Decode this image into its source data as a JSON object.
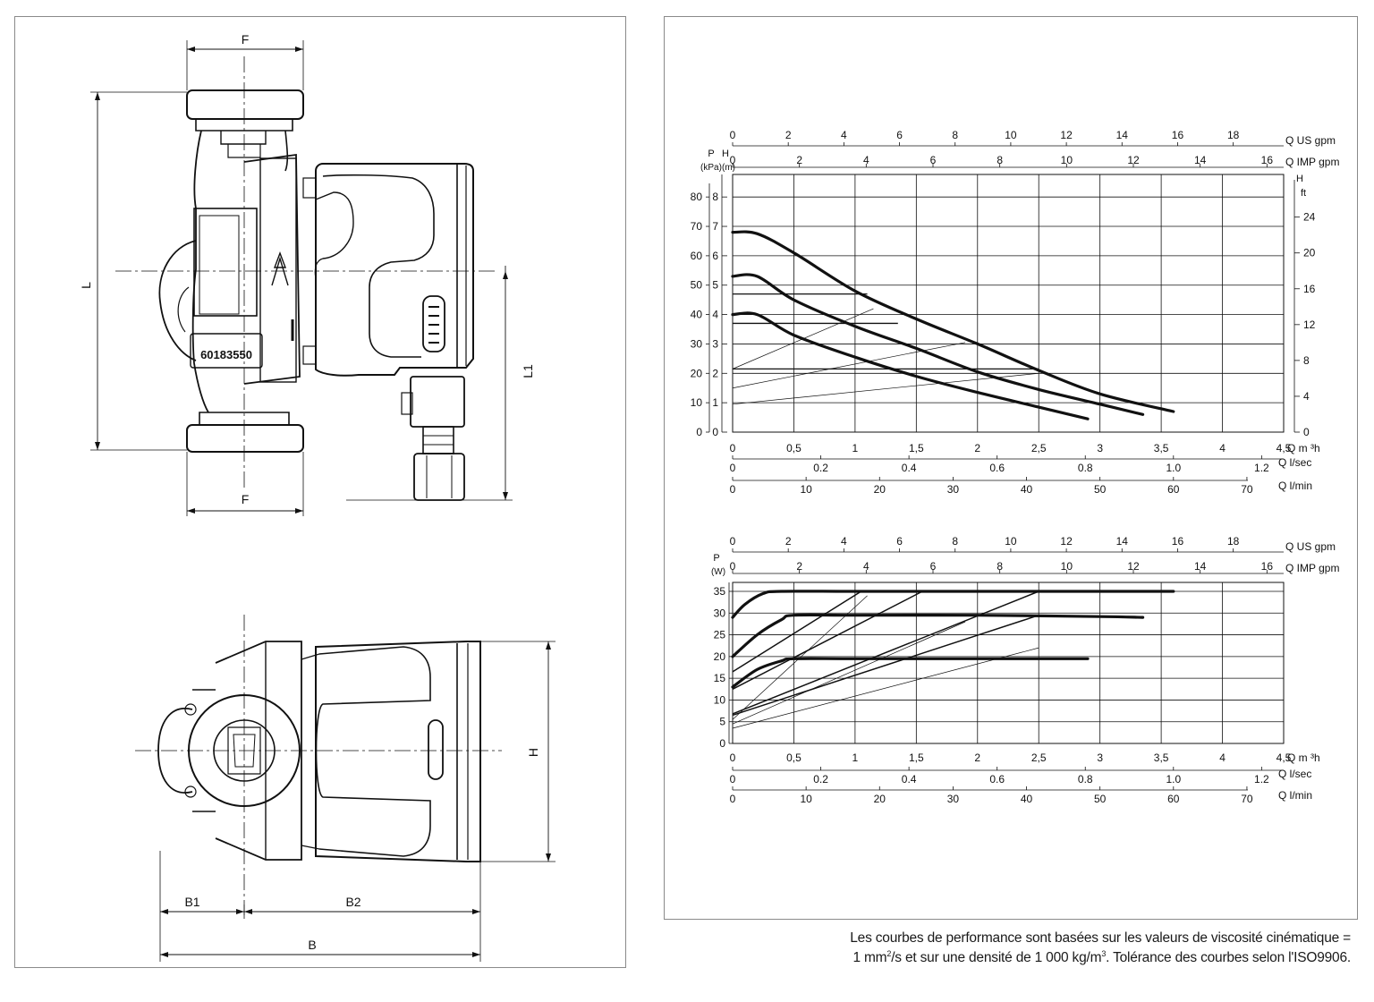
{
  "drawing": {
    "part_number": "60183550",
    "dims": {
      "F_top": "F",
      "F_bottom": "F",
      "L": "L",
      "L1": "L1",
      "H": "H",
      "B1": "B1",
      "B2": "B2",
      "B": "B"
    }
  },
  "charts": {
    "top_axis1": {
      "label": "Q US gpm",
      "ticks": [
        "0",
        "2",
        "4",
        "6",
        "8",
        "10",
        "12",
        "14",
        "16",
        "18"
      ]
    },
    "top_axis2": {
      "label": "Q IMP gpm",
      "ticks": [
        "0",
        "2",
        "4",
        "6",
        "8",
        "10",
        "12",
        "14",
        "16"
      ]
    },
    "bottom_axis1": {
      "label": "Q m ³h",
      "ticks": [
        "0",
        "0,5",
        "1",
        "1,5",
        "2",
        "2,5",
        "3",
        "3,5",
        "4",
        "4,5"
      ]
    },
    "bottom_axis2": {
      "label": "Q l/sec",
      "ticks": [
        "0",
        "0.2",
        "0.4",
        "0.6",
        "0.8",
        "1.0",
        "1.2"
      ]
    },
    "bottom_axis3": {
      "label": "Q l/min",
      "ticks": [
        "0",
        "10",
        "20",
        "30",
        "40",
        "50",
        "60",
        "70"
      ]
    },
    "head": {
      "p_unit_1": "P",
      "p_unit_2": "(kPa)",
      "h_unit_1": "H",
      "h_unit_2": "(m)",
      "ft_unit_1": "H",
      "ft_unit_2": "ft",
      "kpa_ticks": [
        "0",
        "10",
        "20",
        "30",
        "40",
        "50",
        "60",
        "70",
        "80"
      ],
      "m_ticks": [
        "0",
        "1",
        "2",
        "3",
        "4",
        "5",
        "6",
        "7",
        "8"
      ],
      "ft_ticks": [
        "0",
        "4",
        "8",
        "12",
        "16",
        "20",
        "24"
      ]
    },
    "power": {
      "p_unit_1": "P",
      "p_unit_2": "(W)",
      "w_ticks": [
        "0",
        "5",
        "10",
        "15",
        "20",
        "25",
        "30",
        "35"
      ]
    }
  },
  "chart_data": [
    {
      "type": "line",
      "xlabel": "Q m ³h",
      "ylabel": "H (m)",
      "xlim": [
        0,
        4.5
      ],
      "ylim": [
        0,
        9
      ],
      "series": [
        {
          "x": [
            0,
            0.2,
            0.5,
            1.0,
            1.5,
            2.0,
            2.5,
            3.0,
            3.6
          ],
          "values": [
            6.8,
            6.75,
            6.1,
            4.8,
            3.85,
            3.0,
            2.1,
            1.3,
            0.7
          ]
        },
        {
          "x": [
            0,
            0.2,
            0.5,
            1.0,
            1.5,
            2.0,
            2.5,
            3.0,
            3.35
          ],
          "values": [
            5.3,
            5.3,
            4.5,
            3.6,
            2.85,
            2.05,
            1.45,
            0.95,
            0.6
          ]
        },
        {
          "x": [
            0,
            0.2,
            0.5,
            1.0,
            1.5,
            2.0,
            2.5,
            2.9
          ],
          "values": [
            4.0,
            4.0,
            3.3,
            2.55,
            1.9,
            1.35,
            0.85,
            0.45
          ]
        }
      ]
    },
    {
      "type": "line",
      "xlabel": "Q m ³h",
      "ylabel": "P (W)",
      "xlim": [
        0,
        4.5
      ],
      "ylim": [
        0,
        37
      ],
      "series": [
        {
          "x": [
            0,
            0.1,
            0.25,
            0.4,
            1.0,
            2.0,
            3.0,
            3.6
          ],
          "values": [
            29,
            32,
            34.5,
            35,
            35,
            35,
            35,
            35
          ]
        },
        {
          "x": [
            0,
            0.2,
            0.4,
            0.5,
            1.0,
            2.0,
            3.0,
            3.35
          ],
          "values": [
            20,
            25,
            28.5,
            29.5,
            29.5,
            29.5,
            29.2,
            29
          ]
        },
        {
          "x": [
            0,
            0.2,
            0.4,
            0.5,
            1.0,
            2.0,
            2.9
          ],
          "values": [
            13,
            17,
            19,
            19.5,
            19.5,
            19.5,
            19.5
          ]
        }
      ]
    }
  ],
  "note": {
    "line1": "Les courbes de performance sont basées sur les valeurs de viscosité cinématique =",
    "line2_a": "1 mm",
    "line2_sup1": "2",
    "line2_b": "/s et sur une densité de 1 000 kg/m",
    "line2_sup2": "3",
    "line2_c": ". Tolérance des courbes selon l'ISO9906."
  }
}
